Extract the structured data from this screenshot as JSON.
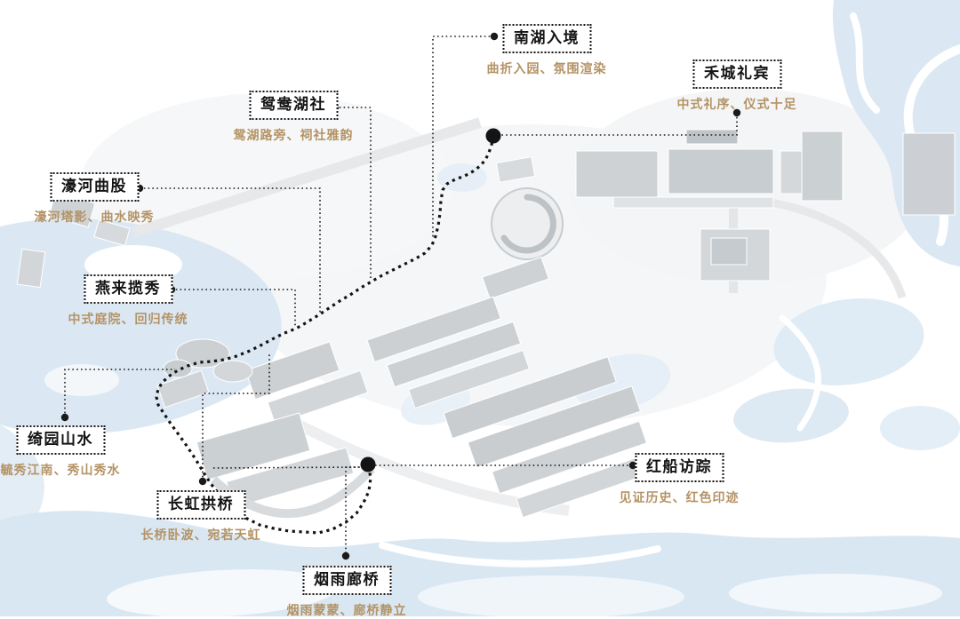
{
  "map": {
    "description_labels": "scenic spots of a lakeside Chinese garden masterplan with a dotted tour route",
    "colors": {
      "label_border": "#141414",
      "label_text": "#141414",
      "subtitle_text": "#b49365",
      "route_line": "#141414",
      "water": "#dbe8f4",
      "building": "#c9cdd1"
    }
  },
  "labels": [
    {
      "id": "nanhu-rujing",
      "title": "南湖入境",
      "subtitle": "曲折入园、氛围渲染"
    },
    {
      "id": "hecheng-libin",
      "title": "禾城礼宾",
      "subtitle": "中式礼序、仪式十足"
    },
    {
      "id": "yuanyang-hushe",
      "title": "鸳鸯湖社",
      "subtitle": "鸳湖路旁、祠社雅韵"
    },
    {
      "id": "haohe-qugu",
      "title": "濠河曲股",
      "subtitle": "濠河塔影、曲水映秀"
    },
    {
      "id": "yanlai-lanxiu",
      "title": "燕来揽秀",
      "subtitle": "中式庭院、回归传统"
    },
    {
      "id": "qiyuan-shanshui",
      "title": "绮园山水",
      "subtitle": "毓秀江南、秀山秀水"
    },
    {
      "id": "changhong-gongqiao",
      "title": "长虹拱桥",
      "subtitle": "长桥卧波、宛若天虹"
    },
    {
      "id": "yanyu-langqiao",
      "title": "烟雨廊桥",
      "subtitle": "烟雨蒙蒙、廊桥静立"
    },
    {
      "id": "hongchuan-fangzong",
      "title": "红船访踪",
      "subtitle": "见证历史、红色印迹"
    }
  ]
}
